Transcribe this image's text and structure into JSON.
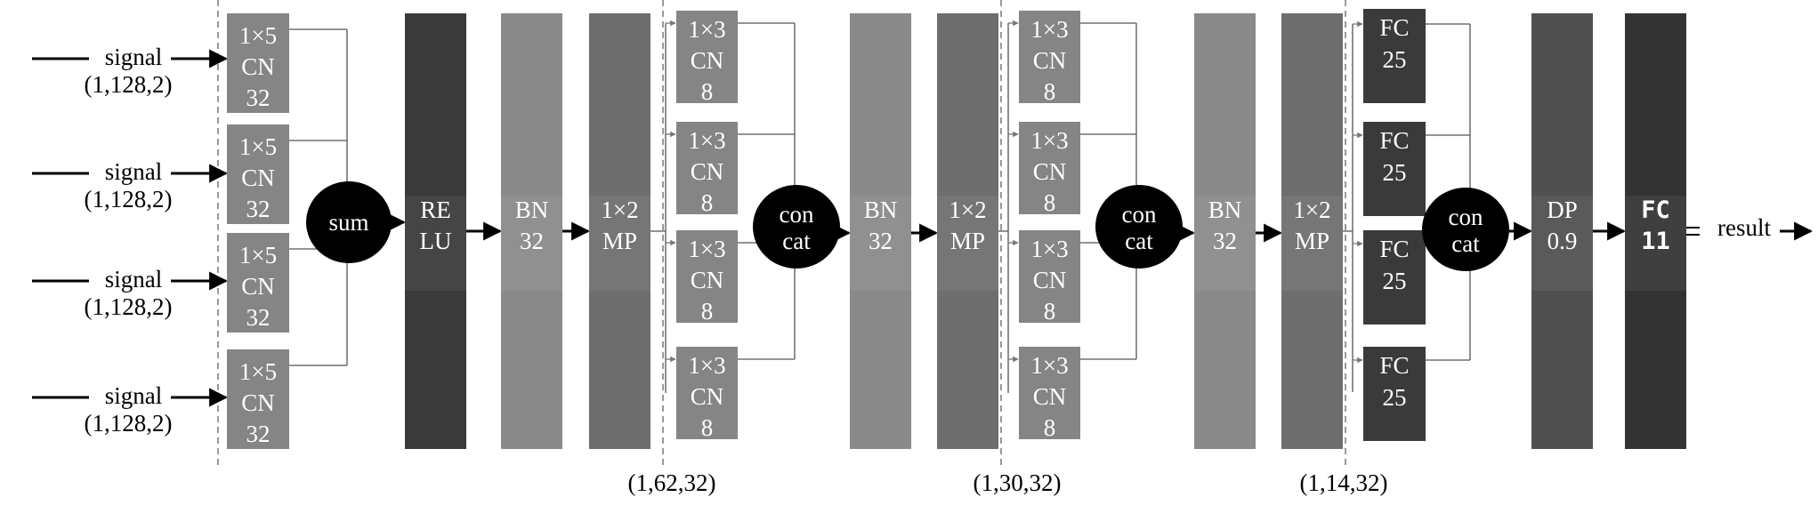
{
  "colors": {
    "conv_block": "#858585",
    "relu": "#3a3a3a",
    "bn": "#8a8a8a",
    "mp": "#6e6e6e",
    "fc_block": "#3a3a3a",
    "dp": "#505050",
    "fc_final": "#333333",
    "node": "#000000",
    "line": "#555555",
    "separator": "#555555"
  },
  "inputs": [
    {
      "label": "signal",
      "shape": "(1,128,2)"
    },
    {
      "label": "signal",
      "shape": "(1,128,2)"
    },
    {
      "label": "signal",
      "shape": "(1,128,2)"
    },
    {
      "label": "signal",
      "shape": "(1,128,2)"
    }
  ],
  "stage1": {
    "convs": [
      [
        "1×5",
        "CN",
        "32"
      ],
      [
        "1×5",
        "CN",
        "32"
      ],
      [
        "1×5",
        "CN",
        "32"
      ],
      [
        "1×5",
        "CN",
        "32"
      ]
    ],
    "merge": "sum",
    "relu": [
      "RE",
      "LU"
    ],
    "bn": [
      "BN",
      "32"
    ],
    "mp": [
      "1×2",
      "MP"
    ],
    "shape_label": "(1,62,32)"
  },
  "stage2": {
    "convs": [
      [
        "1×3",
        "CN",
        "8"
      ],
      [
        "1×3",
        "CN",
        "8"
      ],
      [
        "1×3",
        "CN",
        "8"
      ],
      [
        "1×3",
        "CN",
        "8"
      ]
    ],
    "merge": [
      "con",
      "cat"
    ],
    "bn": [
      "BN",
      "32"
    ],
    "mp": [
      "1×2",
      "MP"
    ],
    "shape_label": "(1,30,32)"
  },
  "stage3": {
    "convs": [
      [
        "1×3",
        "CN",
        "8"
      ],
      [
        "1×3",
        "CN",
        "8"
      ],
      [
        "1×3",
        "CN",
        "8"
      ],
      [
        "1×3",
        "CN",
        "8"
      ]
    ],
    "merge": [
      "con",
      "cat"
    ],
    "bn": [
      "BN",
      "32"
    ],
    "mp": [
      "1×2",
      "MP"
    ],
    "shape_label": "(1,14,32)"
  },
  "stage4": {
    "fcs": [
      [
        "FC",
        "25"
      ],
      [
        "FC",
        "25"
      ],
      [
        "FC",
        "25"
      ],
      [
        "FC",
        "25"
      ]
    ],
    "merge": [
      "con",
      "cat"
    ],
    "dp": [
      "DP",
      "0.9"
    ],
    "fc_final": [
      "FC",
      "11"
    ]
  },
  "output": {
    "label": "result"
  }
}
